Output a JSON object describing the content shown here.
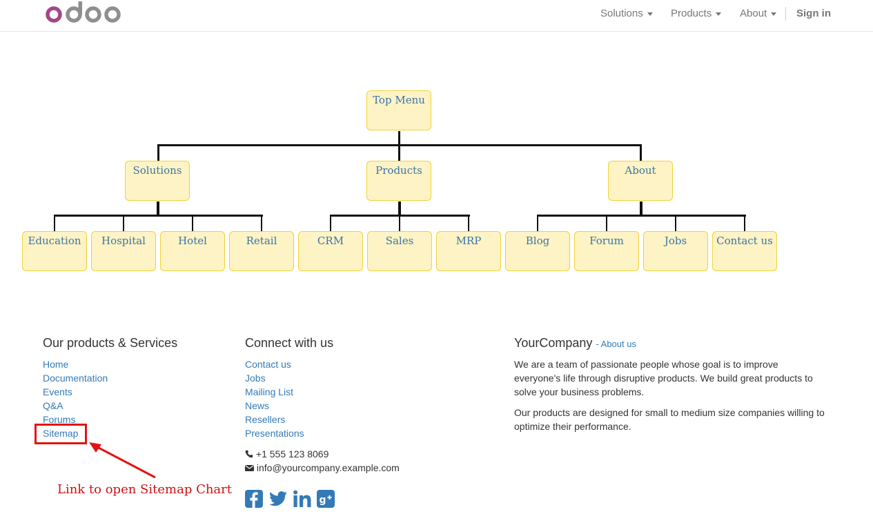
{
  "brand": {
    "logo_text": "odoo"
  },
  "nav": {
    "solutions": "Solutions",
    "products": "Products",
    "about": "About",
    "signin": "Sign in"
  },
  "sitemap": {
    "root": "Top Menu",
    "level1": [
      "Solutions",
      "Products",
      "About"
    ],
    "level2": [
      "Education",
      "Hospital",
      "Hotel",
      "Retail",
      "CRM",
      "Sales",
      "MRP",
      "Blog",
      "Forum",
      "Jobs",
      "Contact us"
    ]
  },
  "footer": {
    "products": {
      "title": "Our products & Services",
      "links": [
        "Home",
        "Documentation",
        "Events",
        "Q&A",
        "Forums",
        "Sitemap"
      ]
    },
    "connect": {
      "title": "Connect with us",
      "links": [
        "Contact us",
        "Jobs",
        "Mailing List",
        "News",
        "Resellers",
        "Presentations"
      ],
      "phone": "+1 555 123 8069",
      "email": "info@yourcompany.example.com"
    },
    "company": {
      "name": "YourCompany",
      "about_link": "- About us",
      "para1": "We are a team of passionate people whose goal is to improve everyone's life through disruptive products. We build great products to solve your business problems.",
      "para2": "Our products are designed for small to medium size companies willing to optimize their performance."
    }
  },
  "annotation": {
    "text": "Link to open Sitemap Chart",
    "color": "#e31313"
  },
  "colors": {
    "link": "#337ab7",
    "node_fill": "#fdf3c4",
    "node_border": "#f0d234",
    "social": "#337ab7"
  },
  "social_icons": [
    "facebook-icon",
    "twitter-icon",
    "linkedin-icon",
    "google-plus-icon"
  ]
}
